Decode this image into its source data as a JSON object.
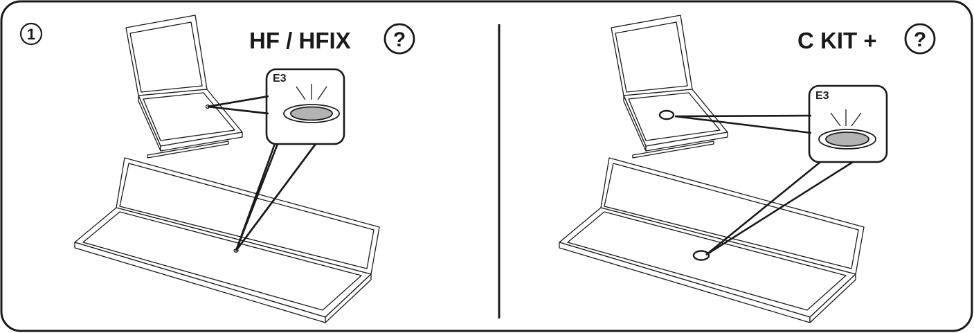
{
  "step_number": "1",
  "panels": [
    {
      "title": "HF / HFIX",
      "help_symbol": "?",
      "indicator_code": "E3",
      "led_color": "#b3b3b3"
    },
    {
      "title": "C KIT +",
      "help_symbol": "?",
      "indicator_code": "E3",
      "led_color": "#b3b3b3"
    }
  ]
}
